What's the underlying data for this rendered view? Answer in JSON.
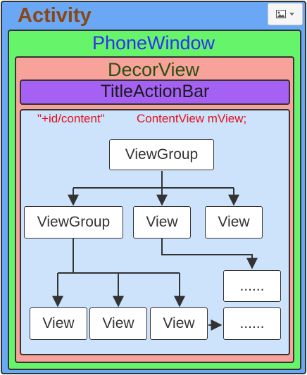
{
  "activity": {
    "label": "Activity"
  },
  "phone_window": {
    "label": "PhoneWindow"
  },
  "decor_view": {
    "label": "DecorView"
  },
  "title_action_bar": {
    "label": "TitleActionBar"
  },
  "content": {
    "id_label": "\"+id/content\"",
    "view_label": "ContentView mView;"
  },
  "tree": {
    "root": "ViewGroup",
    "level1": [
      "ViewGroup",
      "View",
      "View"
    ],
    "level2": [
      "View",
      "View",
      "View"
    ],
    "more": [
      "......",
      "......"
    ]
  },
  "toolbar": {
    "image_icon": "image-icon",
    "dropdown_icon": "chevron-down-icon"
  },
  "colors": {
    "activity_bg": "#6aa8f5",
    "phone_window_bg": "#66f56a",
    "decor_view_bg": "#f7a29a",
    "title_bar_bg": "#a561f3",
    "content_bg": "#cde3fb",
    "activity_text": "#8a4713",
    "phone_window_text": "#2e32ee",
    "decor_view_text": "#2b4f12",
    "content_text": "#e0101b"
  }
}
